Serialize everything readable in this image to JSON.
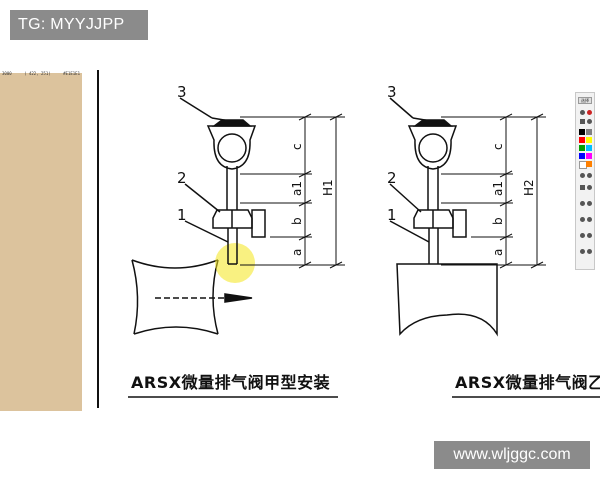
{
  "overlay": {
    "top_tag": "TG: MYYJJPP",
    "watermark": "www.wljggc.com"
  },
  "left_panel": {
    "status_a": "3000",
    "status_b": "( 422, 251)",
    "status_c": "#E1E1E1"
  },
  "drawing": {
    "left_view": {
      "labels": {
        "item_3": "3",
        "item_2": "2",
        "item_1": "1",
        "dim_c": "c",
        "dim_a1": "a1",
        "dim_b": "b",
        "dim_a": "a",
        "dim_h": "H1"
      },
      "caption": "ARSX微量排气阀甲型安装"
    },
    "right_view": {
      "labels": {
        "item_3": "3",
        "item_2": "2",
        "item_1": "1",
        "dim_c": "c",
        "dim_a1": "a1",
        "dim_b": "b",
        "dim_a": "a",
        "dim_h": "H2"
      },
      "caption": "ARSX微量排气阀乙"
    }
  },
  "palette": {
    "header": "选择",
    "colors": [
      "#000000",
      "#808080",
      "#ff0000",
      "#ffff00",
      "#00a000",
      "#00c0ff",
      "#0000ff",
      "#ff00ff",
      "#ffffff",
      "#ff8000"
    ]
  },
  "colors": {
    "sheet": "#dcc39d",
    "ink": "#111111",
    "highlight": "#f4e61a",
    "overlay_bg": "#8b8b8b"
  }
}
